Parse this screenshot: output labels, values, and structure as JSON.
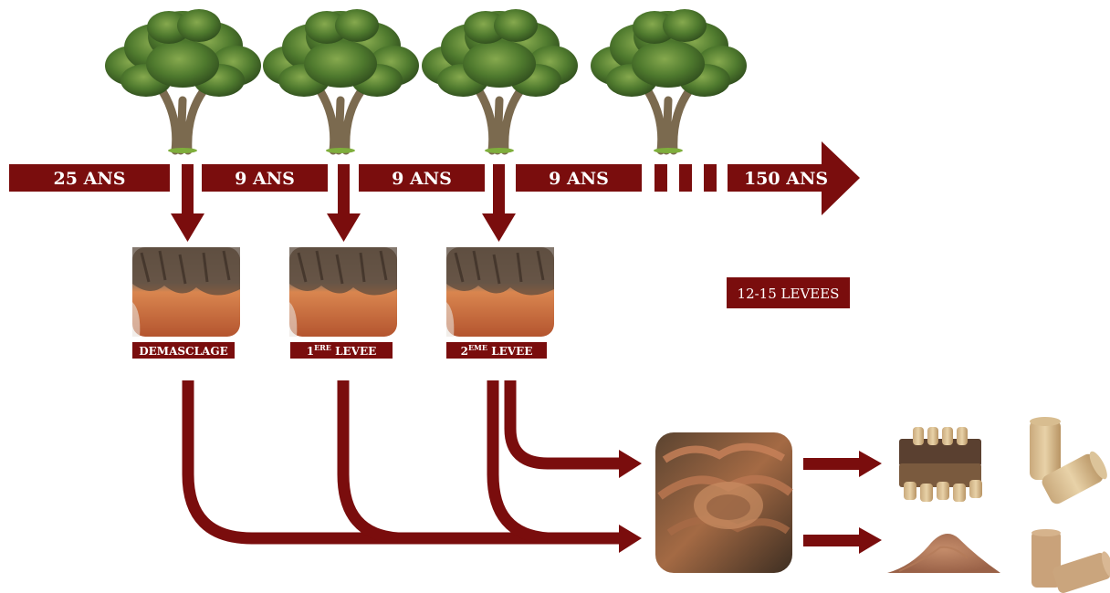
{
  "colors": {
    "accent": "#7a0d0d",
    "label_text": "#ffffff",
    "bark_dark": "#4a3a2c",
    "bark_orange": "#c7653a",
    "tree_green": "#4f7a2e",
    "trunk": "#7b6a4f"
  },
  "timeline": {
    "segments": [
      {
        "label": "25 ANS"
      },
      {
        "label": "9 ANS"
      },
      {
        "label": "9 ANS"
      },
      {
        "label": "9 ANS"
      }
    ],
    "end_label": "150 ANS"
  },
  "harvests": [
    {
      "label": "DEMASCLAGE",
      "sup": "",
      "label_rest": ""
    },
    {
      "label": "1",
      "sup": "ERE",
      "label_rest": " LEVEE"
    },
    {
      "label": "2",
      "sup": "EME",
      "label_rest": " LEVEE"
    }
  ],
  "badge": {
    "label": "12-15 LEVEES"
  },
  "icons": {
    "tree": "cork-oak-tree-icon",
    "bark": "cork-bark-photo",
    "pile": "cork-planks-pile-photo",
    "stoppers": "cork-stoppers-photo",
    "granules": "cork-granules-photo"
  }
}
